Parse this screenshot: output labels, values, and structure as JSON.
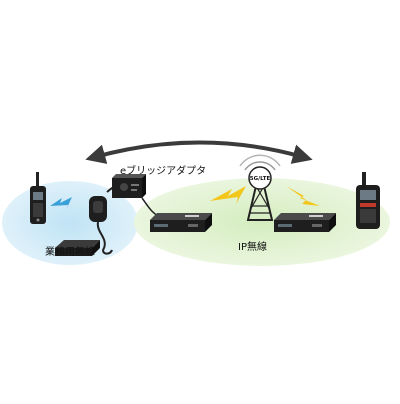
{
  "labels": {
    "adapter": "eブリッジアダプタ",
    "business_radio": "業務用無線",
    "ip_radio": "IP無線",
    "tower_badge": "5G/LTE"
  },
  "colors": {
    "blue_zone": "#cfeaf7",
    "green_zone": "#dcefc8",
    "lightning": "#f3c61c",
    "blue_lightning": "#3aa0d8",
    "device": "#1e1e1e",
    "arrow": "#3b3b3b"
  },
  "icons": [
    "handheld-radio-icon",
    "mobile-radio-icon",
    "speaker-mic-icon",
    "ebridge-adapter-icon",
    "ip-radio-unit-icon",
    "cell-tower-icon",
    "ip-handheld-radio-icon",
    "lightning-icon",
    "double-arrow-icon"
  ]
}
